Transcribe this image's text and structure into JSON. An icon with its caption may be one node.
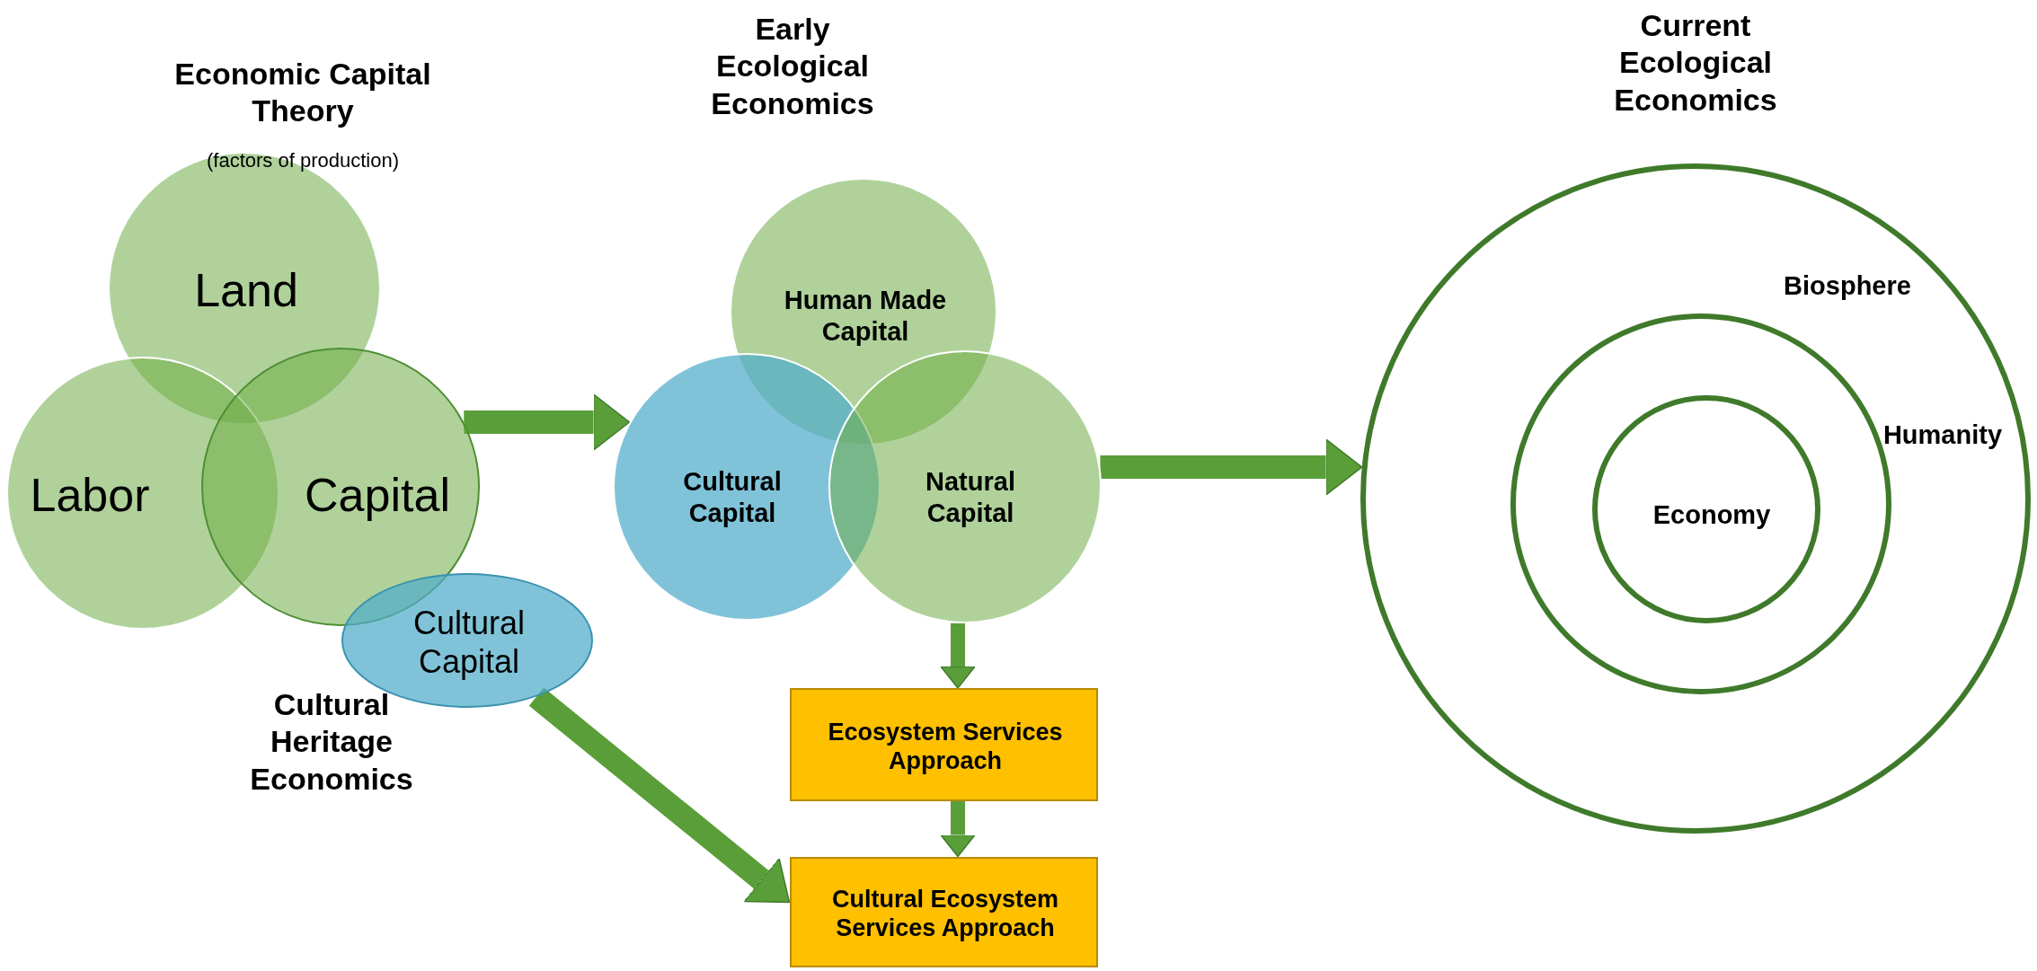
{
  "diagram": {
    "nodes": [
      {
        "text": [
          "Land"
        ]
      },
      {
        "text": [
          "Labor"
        ]
      },
      {
        "text": [
          "Capital"
        ]
      },
      {
        "text": [
          "Cultural Capital"
        ]
      },
      {
        "text": [
          "Human Made Capital"
        ]
      },
      {
        "text": [
          "Cultural Capital"
        ]
      },
      {
        "text": [
          "Natural Capital"
        ]
      },
      {
        "text": [
          "Biosphere"
        ]
      },
      {
        "text": [
          "Humanity"
        ],
        "in": 7
      },
      {
        "text": [
          "Economy"
        ],
        "in": 8
      },
      {
        "text": [
          "Ecosystem Services Approach"
        ]
      },
      {
        "text": [
          "Cultural Ecosystem Services Approach"
        ]
      }
    ],
    "edges": [
      {
        "from": 2,
        "to": 5,
        "arrow": "to"
      },
      {
        "from": 6,
        "to": 7,
        "arrow": "to"
      },
      {
        "from": 6,
        "to": 10,
        "arrow": "to"
      },
      {
        "from": 10,
        "to": 11,
        "arrow": "to"
      },
      {
        "from": 3,
        "to": 11,
        "arrow": "to"
      }
    ],
    "labels": [
      "Economic Capital Theory",
      "(factors of production)",
      "Early Ecological Economics",
      "Current Ecological Economics",
      "Cultural Heritage Economics"
    ]
  }
}
